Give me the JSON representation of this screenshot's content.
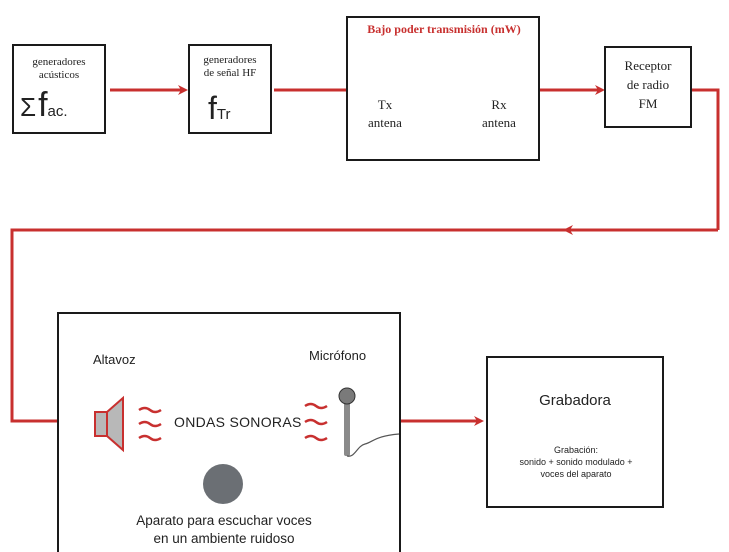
{
  "gen_acoustic": {
    "label": "generadores\nacústicos",
    "sigma": "Σ",
    "f": "f",
    "sub": "ac."
  },
  "gen_hf": {
    "label": "generadores\nde señal HF",
    "f": "f",
    "sub": "Tr"
  },
  "transmitter": {
    "title": "Bajo poder transmisión (mW)",
    "tx_label": "Tx\nantena",
    "rx_label": "Rx\nantena"
  },
  "receiver": {
    "label": "Receptor\nde radio\nFM"
  },
  "room": {
    "speaker_label": "Altavoz",
    "mic_label": "Micrófono",
    "waves_label": "ONDAS SONORAS",
    "device_label": "Aparato para escuchar voces\nen un ambiente ruidoso"
  },
  "recorder": {
    "title": "Grabadora",
    "caption": "Grabación:\nsonido + sonido modulado +\nvoces del aparato"
  },
  "colors": {
    "wire": "#c8302f",
    "speaker": "#c8302f",
    "device": "#6b6f74",
    "title_red": "#c8302f"
  }
}
